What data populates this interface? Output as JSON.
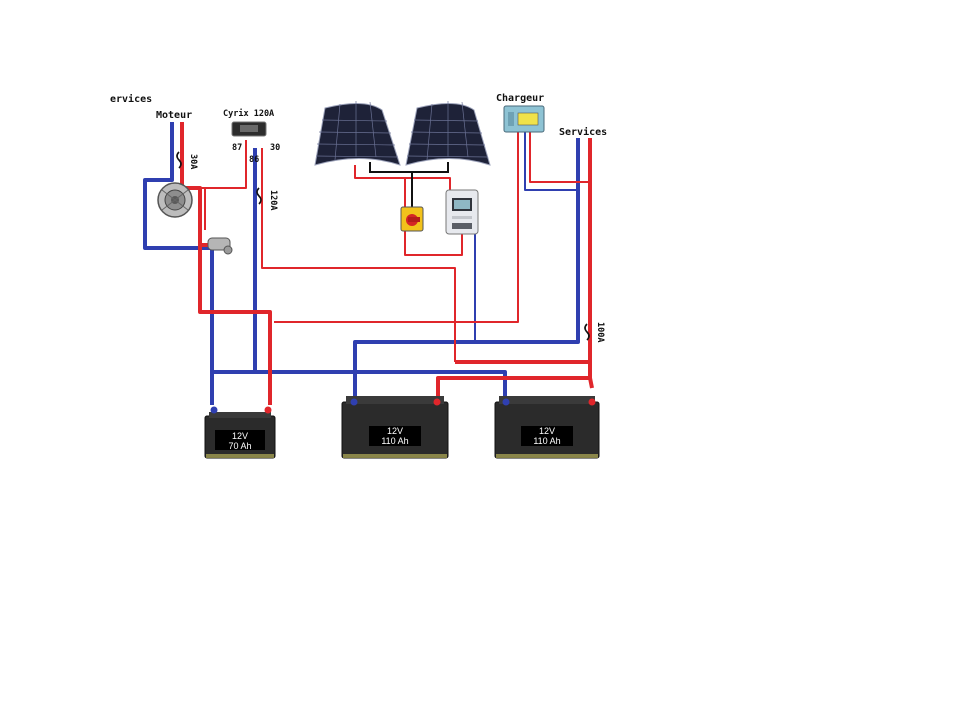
{
  "labels": {
    "services_left": "ervices",
    "moteur": "Moteur",
    "cyrix": "Cyrix 120A",
    "chargeur": "Chargeur",
    "services_right": "Services",
    "relay_87": "87",
    "relay_86": "86",
    "relay_30": "30"
  },
  "fuses": {
    "moteur": "30A",
    "cyrix": "120A",
    "services": "100A"
  },
  "batteries": [
    {
      "voltage": "12V",
      "capacity": "70 Ah"
    },
    {
      "voltage": "12V",
      "capacity": "110 Ah"
    },
    {
      "voltage": "12V",
      "capacity": "110 Ah"
    }
  ],
  "colors": {
    "positive": "#e0262b",
    "negative": "#2f3fb0",
    "battery": "#2b2b2b",
    "panel": "#1e2238"
  },
  "icons": [
    "solar-panel-icon",
    "alternator-icon",
    "starter-motor-icon",
    "isolator-switch-icon",
    "mppt-regulator-icon",
    "charger-icon",
    "relay-icon"
  ]
}
